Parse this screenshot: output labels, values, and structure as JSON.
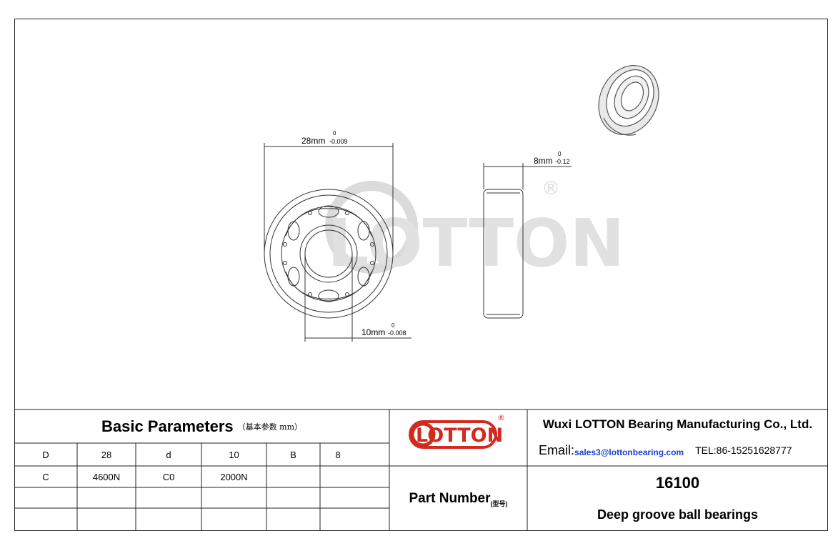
{
  "drawing": {
    "dim_outer": "28mm",
    "dim_outer_tol_upper": "0",
    "dim_outer_tol_lower": "-0.009",
    "dim_width": "8mm",
    "dim_width_tol_upper": "0",
    "dim_width_tol_lower": "-0.12",
    "dim_bore": "10mm",
    "dim_bore_tol_upper": "0",
    "dim_bore_tol_lower": "-0.008",
    "watermark": "LOTTON",
    "watermark_reg": "®"
  },
  "title_block": {
    "basic_title": "Basic Parameters",
    "basic_title_sub": "（基本参数 mm）",
    "params": [
      [
        "D",
        "28",
        "d",
        "10",
        "B",
        "8"
      ],
      [
        "C",
        "4600N",
        "C0",
        "2000N",
        "",
        ""
      ],
      [
        "",
        "",
        "",
        "",
        "",
        ""
      ],
      [
        "",
        "",
        "",
        "",
        "",
        ""
      ]
    ],
    "logo_text": "LOTTON",
    "logo_reg": "®",
    "company": "Wuxi LOTTON Bearing Manufacturing Co., Ltd.",
    "email_label": "Email:",
    "email": "sales3@lottonbearing.com",
    "tel": "TEL:86-15251628777",
    "part_label": "Part Number",
    "part_label_sub": "(型号)",
    "part_number": "16100",
    "part_desc": "Deep groove ball bearings"
  },
  "colors": {
    "logo_red": "#d32a1f",
    "email_blue": "#1a3bd1",
    "line": "#222222"
  }
}
